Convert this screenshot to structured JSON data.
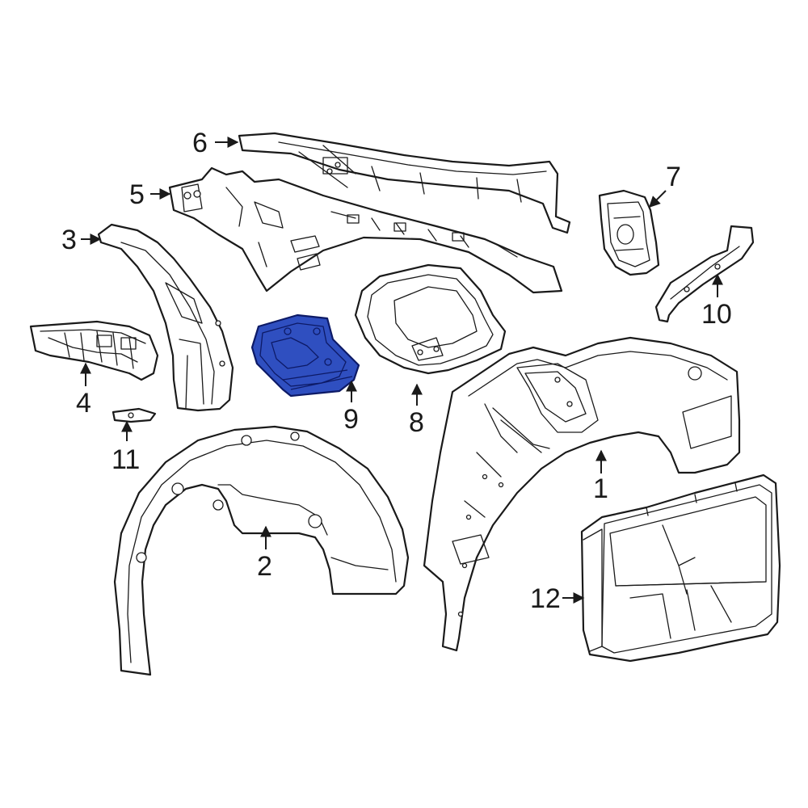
{
  "diagram": {
    "highlight_color": "#2f4fc0",
    "line_color": "#1a1a1a",
    "highlighted_part": "9",
    "callouts": [
      {
        "id": "c1",
        "label": "1"
      },
      {
        "id": "c2",
        "label": "2"
      },
      {
        "id": "c3",
        "label": "3"
      },
      {
        "id": "c4",
        "label": "4"
      },
      {
        "id": "c5",
        "label": "5"
      },
      {
        "id": "c6",
        "label": "6"
      },
      {
        "id": "c7",
        "label": "7"
      },
      {
        "id": "c8",
        "label": "8"
      },
      {
        "id": "c9",
        "label": "9"
      },
      {
        "id": "c10",
        "label": "10"
      },
      {
        "id": "c11",
        "label": "11"
      },
      {
        "id": "c12",
        "label": "12"
      }
    ]
  }
}
